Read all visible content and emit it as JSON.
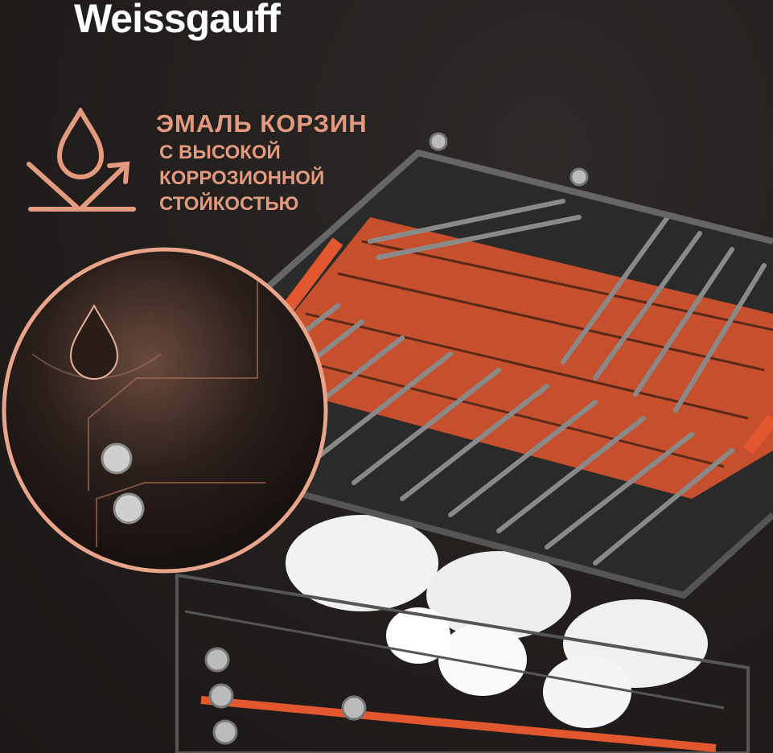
{
  "brand": "Weissgauff",
  "feature": {
    "icon": "water-drop-repel-icon",
    "title": "ЭМАЛЬ КОРЗИН",
    "lines": [
      "С ВЫСОКОЙ",
      "КОРРОЗИОННОЙ",
      "СТОЙКОСТЬЮ"
    ]
  },
  "colors": {
    "accent": "#e39a7e",
    "basket_orange": "#e2572e",
    "background": "#221e1d"
  }
}
